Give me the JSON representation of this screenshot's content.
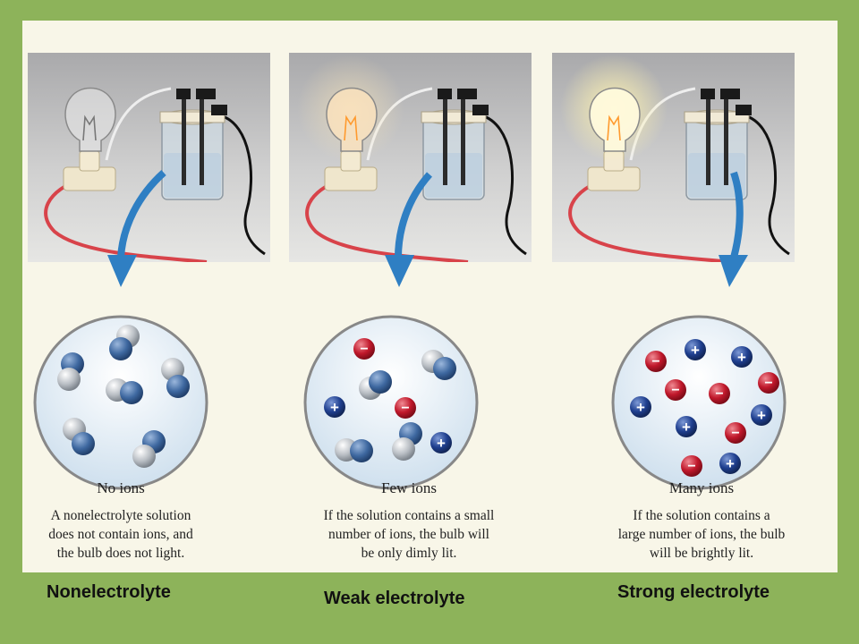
{
  "panels": [
    {
      "key": "nonelectrolyte",
      "bulb_state": "off",
      "title": "No ions",
      "description": [
        "A nonelectrolyte solution",
        "does not contain ions, and",
        "the bulb does not light."
      ],
      "label": "Nonelectrolyte"
    },
    {
      "key": "weak",
      "bulb_state": "dim",
      "title": "Few ions",
      "description": [
        "If the solution contains a small",
        "number of ions, the bulb will",
        "be only dimly lit."
      ],
      "label": "Weak electrolyte"
    },
    {
      "key": "strong",
      "bulb_state": "bright",
      "title": "Many ions",
      "description": [
        "If the solution contains a",
        "large number of ions, the bulb",
        "will be brightly lit."
      ],
      "label": "Strong electrolyte"
    }
  ],
  "ion_symbols": {
    "positive": "+",
    "negative": "−"
  },
  "colors": {
    "background": "#8db35a",
    "panel": "#f8f6e8",
    "arrow": "#2f7fc3",
    "positive_ion": "#1f3f8f",
    "negative_ion": "#c0182b",
    "molecule_dark": "#3e68a0",
    "molecule_light": "#b9bec4"
  }
}
